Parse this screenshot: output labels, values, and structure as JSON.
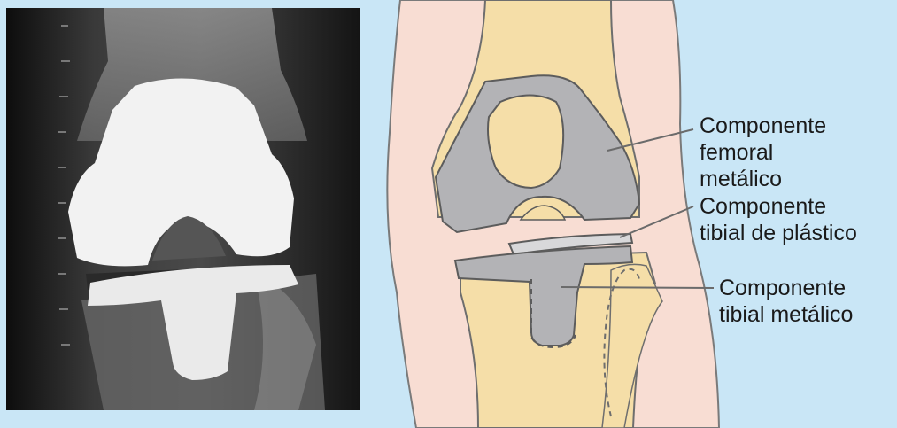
{
  "figure": {
    "labels": {
      "femoral": [
        "Componente",
        "femoral",
        "metálico"
      ],
      "tibial_plastic": [
        "Componente",
        "tibial de plástico"
      ],
      "tibial_metal": [
        "Componente",
        "tibial metálico"
      ]
    },
    "colors": {
      "background": "#c9e6f6",
      "skin": "#f8ddd3",
      "bone": "#f5dea8",
      "implant": "#b3b3b6",
      "xray_dark": "#1c1c1c"
    }
  }
}
